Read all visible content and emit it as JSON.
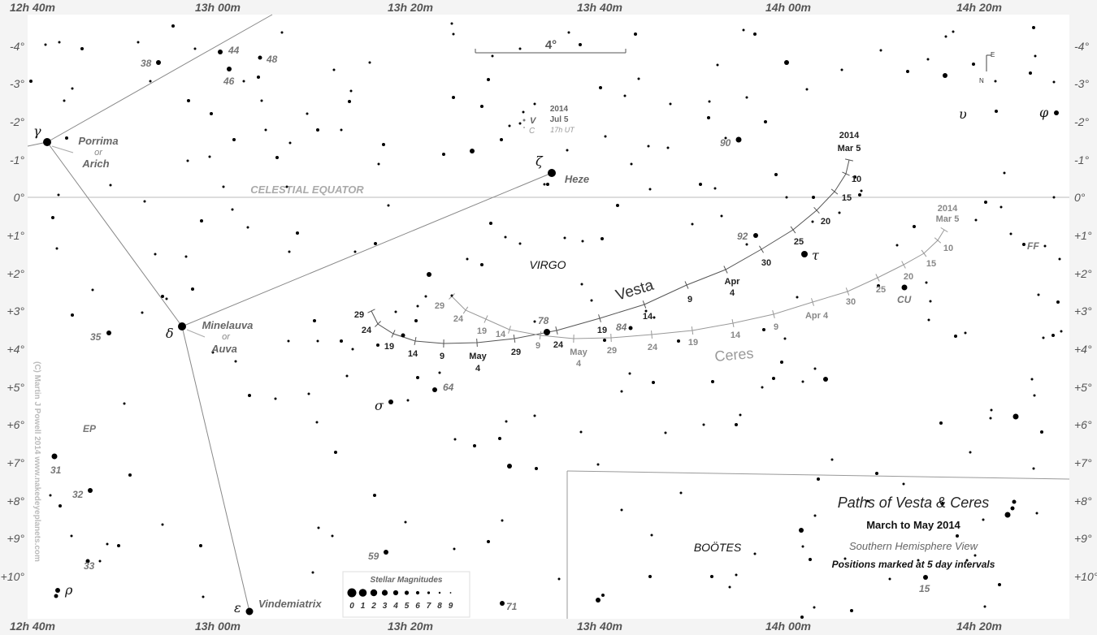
{
  "axes": {
    "ra_labels": [
      "12h 40m",
      "13h 00m",
      "13h 20m",
      "13h 40m",
      "14h 00m",
      "14h 20m"
    ],
    "dec_labels": [
      "-4°",
      "-3°",
      "-2°",
      "-1°",
      "0°",
      "+1°",
      "+2°",
      "+3°",
      "+4°",
      "+5°",
      "+6°",
      "+7°",
      "+8°",
      "+9°",
      "+10°"
    ]
  },
  "scale_bar": "4°",
  "compass": {
    "east": "E",
    "north": "N"
  },
  "inset": {
    "year": "2014",
    "date": "Jul 5",
    "time": "17h UT",
    "v": "V",
    "c": "C"
  },
  "equator_label": "CELESTIAL EQUATOR",
  "constellations": {
    "virgo": "VIRGO",
    "bootes": "BOÖTES"
  },
  "star_names": {
    "porrima": "Porrima",
    "porrima_or": "or",
    "arich": "Arich",
    "minelauva": "Minelauva",
    "minelauva_or": "or",
    "auva": "Auva",
    "heze": "Heze",
    "vindemiatrix": "Vindemiatrix"
  },
  "greek": {
    "gamma": "γ",
    "delta": "δ",
    "zeta": "ζ",
    "epsilon": "ε",
    "sigma": "σ",
    "tau": "τ",
    "upsilon": "υ",
    "phi": "φ",
    "rho": "ρ"
  },
  "star_numbers": {
    "n38": "38",
    "n44": "44",
    "n46": "46",
    "n48": "48",
    "n90": "90",
    "n92": "92",
    "n84": "84",
    "n78": "78",
    "n64": "64",
    "n59": "59",
    "n71": "71",
    "n35": "35",
    "n31": "31",
    "n32": "32",
    "n33": "33",
    "n15": "15",
    "ep": "EP",
    "ff": "FF",
    "cu": "CU"
  },
  "vesta": {
    "name": "Vesta",
    "start": [
      "2014",
      "Mar 5"
    ],
    "ticks": [
      "10",
      "15",
      "20",
      "25",
      "30",
      "Apr",
      "4",
      "9",
      "14",
      "19",
      "24",
      "29",
      "May",
      "4",
      "9",
      "14",
      "19",
      "24",
      "29"
    ]
  },
  "ceres": {
    "name": "Ceres",
    "start": [
      "2014",
      "Mar 5"
    ],
    "ticks": [
      "10",
      "15",
      "20",
      "25",
      "30",
      "Apr 4",
      "9",
      "14",
      "19",
      "24",
      "29",
      "May",
      "4",
      "9",
      "14",
      "19",
      "24",
      "29"
    ]
  },
  "title": {
    "main": "Paths of Vesta & Ceres",
    "period": "March to May 2014",
    "view": "Southern Hemisphere View",
    "note": "Positions marked at 5 day intervals"
  },
  "legend": {
    "title": "Stellar Magnitudes",
    "mags": [
      "0",
      "1",
      "2",
      "3",
      "4",
      "5",
      "6",
      "7",
      "8",
      "9"
    ]
  },
  "copyright": "(C) Martin J Powell 2014   www.nakedeyeplanets.com",
  "colors": {
    "vesta": "#555555",
    "ceres": "#999999",
    "background": "#ffffff",
    "margin": "#f4f4f4"
  }
}
